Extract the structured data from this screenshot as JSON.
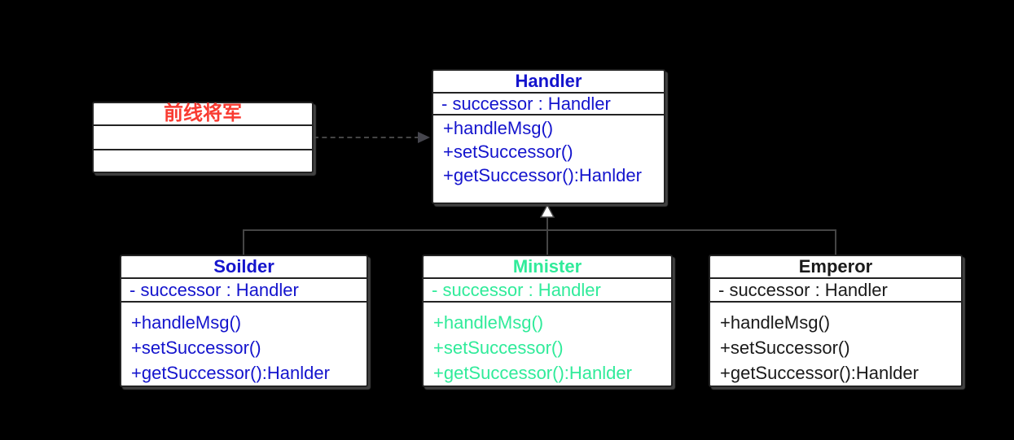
{
  "diagram": {
    "background": "#000000",
    "box_fill": "#ffffff",
    "box_border": "#232323",
    "connector_color": "#454545",
    "classes": [
      {
        "id": "general",
        "title": "前线将军",
        "color": "#f93b31",
        "attribute": "",
        "methods": []
      },
      {
        "id": "handler",
        "title": "Handler",
        "color": "#1414cd",
        "attribute": "- successor : Handler",
        "methods": [
          "+handleMsg()",
          "+setSuccessor()",
          "+getSuccessor():Hanlder"
        ]
      },
      {
        "id": "soilder",
        "title": "Soilder",
        "color": "#1414cd",
        "attribute": "- successor : Handler",
        "methods": [
          "+handleMsg()",
          "+setSuccessor()",
          "+getSuccessor():Hanlder"
        ]
      },
      {
        "id": "minister",
        "title": "Minister",
        "color": "#30eb9a",
        "attribute": "- successor : Handler",
        "methods": [
          "+handleMsg()",
          "+setSuccessor()",
          "+getSuccessor():Hanlder"
        ]
      },
      {
        "id": "emperor",
        "title": "Emperor",
        "color": "#1a1a1a",
        "attribute": "- successor : Handler",
        "methods": [
          "+handleMsg()",
          "+setSuccessor()",
          "+getSuccessor():Hanlder"
        ]
      }
    ],
    "relations": [
      {
        "type": "dashed-dependency",
        "from": "前线将军",
        "to": "Handler"
      },
      {
        "type": "generalization",
        "from": "Soilder",
        "to": "Handler"
      },
      {
        "type": "generalization",
        "from": "Minister",
        "to": "Handler"
      },
      {
        "type": "generalization",
        "from": "Emperor",
        "to": "Handler"
      }
    ]
  }
}
